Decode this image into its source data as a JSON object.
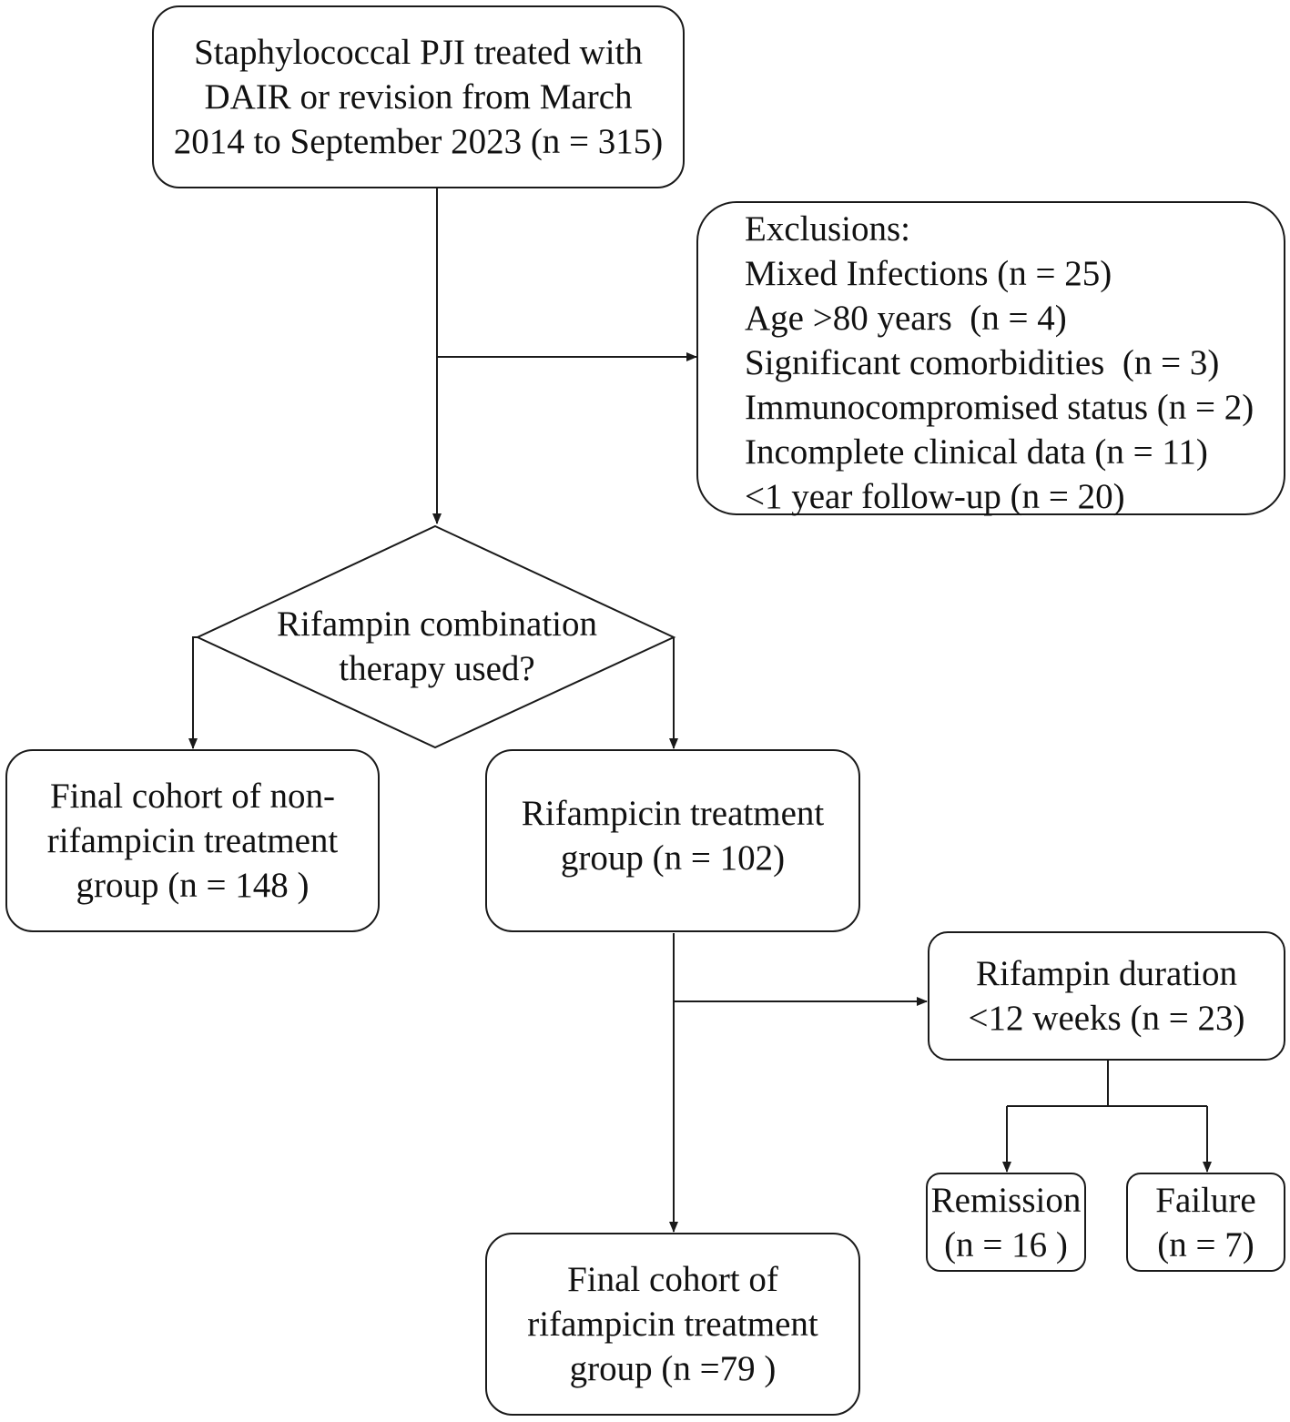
{
  "nodes": {
    "start": {
      "lines": [
        "Staphylococcal PJI treated with",
        "DAIR or revision from March",
        "2014 to September 2023 (n = 315)"
      ]
    },
    "exclusions": {
      "lines": [
        "Exclusions:",
        "Mixed Infections (n = 25)",
        "Age >80 years  (n = 4)",
        "Significant comorbidities  (n = 3)",
        "Immunocompromised status (n = 2)",
        "Incomplete clinical data (n = 11)",
        "<1 year follow-up (n = 20)"
      ]
    },
    "decision": {
      "lines": [
        "Rifampin combination",
        "therapy used?"
      ]
    },
    "non_rif": {
      "lines": [
        "Final cohort of non-",
        "rifampicin treatment",
        "group (n = 148 )"
      ]
    },
    "rif_group": {
      "lines": [
        "Rifampicin treatment",
        "group (n = 102)"
      ]
    },
    "duration": {
      "lines": [
        "Rifampin duration",
        "<12 weeks (n = 23)"
      ]
    },
    "remission": {
      "lines": [
        "Remission",
        "(n = 16 )"
      ]
    },
    "failure": {
      "lines": [
        "Failure",
        "(n = 7)"
      ]
    },
    "final_rif": {
      "lines": [
        "Final cohort of",
        "rifampicin treatment",
        "group (n =79 )"
      ]
    }
  },
  "colors": {
    "stroke": "#1a1a1a",
    "background": "#ffffff",
    "text": "#111111"
  }
}
